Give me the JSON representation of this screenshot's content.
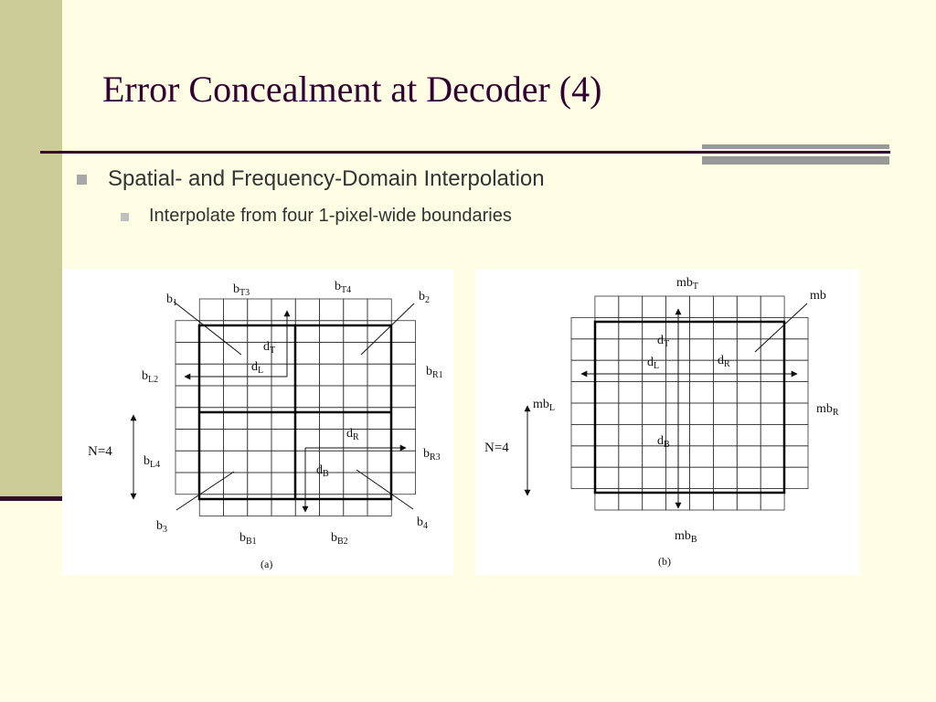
{
  "slide": {
    "title": "Error Concealment at Decoder (4)",
    "bullets": [
      {
        "text": "Spatial- and Frequency-Domain Interpolation",
        "level": 1
      },
      {
        "text": "Interpolate from four 1-pixel-wide boundaries",
        "level": 2
      }
    ]
  },
  "colors": {
    "background": "#FFFDE3",
    "stripe": "#CCCC99",
    "title": "#330033",
    "rule": "#330033",
    "accent_bars": "#999999",
    "text": "#333333"
  },
  "figure_a": {
    "caption": "(a)",
    "top": [
      {
        "base": "b",
        "sub": "T3"
      },
      {
        "base": "b",
        "sub": "T4"
      }
    ],
    "corners": [
      {
        "base": "b",
        "sub": "1"
      },
      {
        "base": "b",
        "sub": "2"
      },
      {
        "base": "b",
        "sub": "3"
      },
      {
        "base": "b",
        "sub": "4"
      }
    ],
    "left": [
      {
        "base": "b",
        "sub": "L2"
      },
      {
        "base": "b",
        "sub": "L4"
      }
    ],
    "right": [
      {
        "base": "b",
        "sub": "R1"
      },
      {
        "base": "b",
        "sub": "R3"
      }
    ],
    "bottom": [
      {
        "base": "b",
        "sub": "B1"
      },
      {
        "base": "b",
        "sub": "B2"
      }
    ],
    "distances": [
      {
        "base": "d",
        "sub": "T"
      },
      {
        "base": "d",
        "sub": "L"
      },
      {
        "base": "d",
        "sub": "R"
      },
      {
        "base": "d",
        "sub": "B"
      }
    ],
    "n_label": "N=4"
  },
  "figure_b": {
    "caption": "(b)",
    "top": {
      "base": "mb",
      "sub": "T"
    },
    "corner": {
      "base": "mb",
      "sub": ""
    },
    "left": {
      "base": "mb",
      "sub": "L"
    },
    "right": {
      "base": "mb",
      "sub": "R"
    },
    "bottom": {
      "base": "mb",
      "sub": "B"
    },
    "distances": [
      {
        "base": "d",
        "sub": "T"
      },
      {
        "base": "d",
        "sub": "L"
      },
      {
        "base": "d",
        "sub": "R"
      },
      {
        "base": "d",
        "sub": "B"
      }
    ],
    "n_label": "N=4"
  }
}
